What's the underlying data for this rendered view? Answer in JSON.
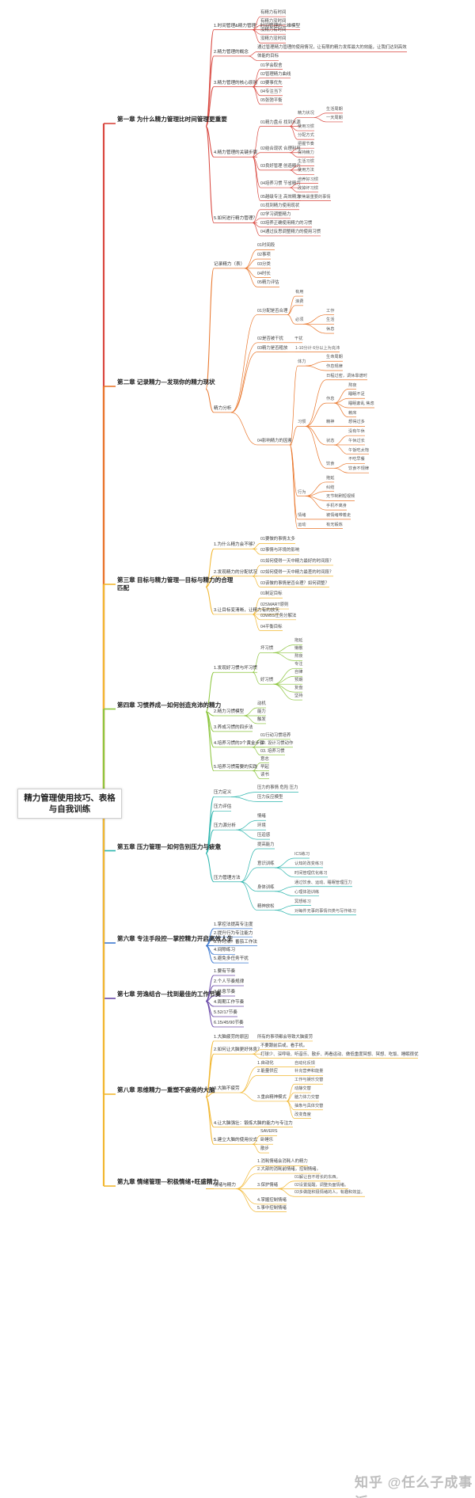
{
  "title": "精力管理使用技巧、表格与自我训练",
  "watermark": "知乎 @任么子成事派",
  "chapters": [
    {
      "label": "第一章 为什么精力管理比时间管理更重要",
      "color": "#d9473f",
      "children": [
        {
          "label": "1.时间管理&精力管理：时间管理的二维模型",
          "children": [
            {
              "label": "有精力有时间"
            },
            {
              "label": "有精力没时间"
            },
            {
              "label": "没精力有时间"
            },
            {
              "label": "没精力没时间"
            }
          ]
        },
        {
          "label": "2.精力管理的概念",
          "children": [
            {
              "label": "通过管理精力管理的使用情况，让有限的精力发挥最大的效能，让我们达到高效"
            },
            {
              "label": "体能的目标"
            }
          ]
        },
        {
          "label": "3.精力管理的核心原则",
          "children": [
            {
              "label": "01学会取舍"
            },
            {
              "label": "02管理精力曲线"
            },
            {
              "label": "03要事优先"
            },
            {
              "label": "04专注当下"
            },
            {
              "label": "05张弛平衡"
            }
          ]
        },
        {
          "label": "4.精力管理的关键步骤",
          "children": [
            {
              "label": "01精力盘点 找到水源",
              "children": [
                {
                  "label": "精力状况",
                  "children": [
                    {
                      "label": "生活周期"
                    },
                    {
                      "label": "一天周期"
                    }
                  ]
                },
                {
                  "label": "使用习惯"
                },
                {
                  "label": "分配方式"
                }
              ]
            },
            {
              "label": "02结合现状 合理利用",
              "children": [
                {
                  "label": "把握节奏"
                },
                {
                  "label": "保持精力"
                }
              ]
            },
            {
              "label": "03良好管理 创造精力",
              "children": [
                {
                  "label": "生活习惯"
                },
                {
                  "label": "使用方法"
                }
              ]
            },
            {
              "label": "04培养习惯 节省精力",
              "children": [
                {
                  "label": "培养好习惯"
                },
                {
                  "label": "改掉坏习惯"
                }
              ]
            },
            {
              "label": "05越级专注 高效精力",
              "children": [
                {
                  "label": "聚焦最重要的事情"
                }
              ]
            }
          ]
        },
        {
          "label": "5.如何进行精力管理？",
          "children": [
            {
              "label": "01找到精力使用现状"
            },
            {
              "label": "02学习调整精力"
            },
            {
              "label": "03培养正确使用精力的习惯"
            },
            {
              "label": "04通过反思调整精力的使用习惯"
            }
          ]
        }
      ]
    },
    {
      "label": "第二章 记录精力—发现你的精力现状",
      "color": "#e9762b",
      "children": [
        {
          "label": "记录精力（表）",
          "children": [
            {
              "label": "01时间段"
            },
            {
              "label": "02事项"
            },
            {
              "label": "03分类"
            },
            {
              "label": "04时长"
            },
            {
              "label": "05精力评估"
            }
          ]
        },
        {
          "label": "精力分析",
          "children": [
            {
              "label": "01分配是否合理",
              "children": [
                {
                  "label": "有用"
                },
                {
                  "label": "浪费"
                },
                {
                  "label": "必须",
                  "children": [
                    {
                      "label": "工作"
                    },
                    {
                      "label": "生活"
                    },
                    {
                      "label": "休息"
                    }
                  ]
                }
              ]
            },
            {
              "label": "02是否被干扰",
              "children": [
                {
                  "label": "干扰"
                }
              ]
            },
            {
              "label": "03精力是否粗放",
              "children": [
                {
                  "label": "1-10分计 6分以上为充沛"
                }
              ]
            },
            {
              "label": "04影响精力的因素",
              "children": [
                {
                  "label": "体力",
                  "children": [
                    {
                      "label": "生命周期"
                    },
                    {
                      "label": "作息规律"
                    }
                  ]
                },
                {
                  "label": "习惯",
                  "children": [
                    {
                      "label": "日程过密，调休靠谱时"
                    },
                    {
                      "label": "作息",
                      "children": [
                        {
                          "label": "熬夜"
                        },
                        {
                          "label": "睡眠不足"
                        },
                        {
                          "label": "睡眠紊乱 焦虑"
                        },
                        {
                          "label": "赖床"
                        }
                      ]
                    },
                    {
                      "label": "精神",
                      "children": [
                        {
                          "label": "想得过多"
                        }
                      ]
                    },
                    {
                      "label": "状态",
                      "children": [
                        {
                          "label": "没有午休"
                        },
                        {
                          "label": "午休过长"
                        },
                        {
                          "label": "午饭吃太饱"
                        }
                      ]
                    },
                    {
                      "label": "饮食",
                      "children": [
                        {
                          "label": "不吃早餐"
                        },
                        {
                          "label": "饮食不规律"
                        }
                      ]
                    }
                  ]
                },
                {
                  "label": "行为",
                  "children": [
                    {
                      "label": "拖延"
                    },
                    {
                      "label": "纠结"
                    },
                    {
                      "label": "无节制刷短视频"
                    },
                    {
                      "label": "手机不离身"
                    }
                  ]
                },
                {
                  "label": "情绪",
                  "children": [
                    {
                      "label": "被情绪带着走"
                    }
                  ]
                },
                {
                  "label": "运动",
                  "children": [
                    {
                      "label": "有无锻炼"
                    }
                  ]
                }
              ]
            }
          ]
        }
      ]
    },
    {
      "label": "第三章 目标与精力管理—目标与精力的合理匹配",
      "color": "#f2b731",
      "children": [
        {
          "label": "1.为什么精力会不够？",
          "children": [
            {
              "label": "01要做的事情太多"
            },
            {
              "label": "02事情与环境的影响"
            }
          ]
        },
        {
          "label": "2.发现精力的分配状况",
          "children": [
            {
              "label": "01如何使得一天中精力最好的时间段？"
            },
            {
              "label": "02如何使得一天中精力最差的时间段？"
            },
            {
              "label": "03该做的事情是否合理？如何调整？"
            }
          ]
        },
        {
          "label": "3.让目标变清晰，让精力有的放矢",
          "children": [
            {
              "label": "01制定目标"
            },
            {
              "label": "02SMART原则"
            },
            {
              "label": "03WBS任务分解法"
            },
            {
              "label": "04平衡目标"
            }
          ]
        }
      ]
    },
    {
      "label": "第四章 习惯养成—如何创造充沛的精力",
      "color": "#8dc63f",
      "children": [
        {
          "label": "1.发现好习惯与坏习惯",
          "children": [
            {
              "label": "坏习惯",
              "children": [
                {
                  "label": "拖延"
                },
                {
                  "label": "懒散"
                },
                {
                  "label": "熬夜"
                }
              ]
            },
            {
              "label": "好习惯",
              "children": [
                {
                  "label": "专注"
                },
                {
                  "label": "自律"
                },
                {
                  "label": "预期"
                },
                {
                  "label": "复盘"
                },
                {
                  "label": "坚持"
                }
              ]
            }
          ]
        },
        {
          "label": "2.精力习惯模型",
          "children": [
            {
              "label": "动机"
            },
            {
              "label": "能力"
            },
            {
              "label": "触发"
            }
          ]
        },
        {
          "label": "3.养成习惯的四步法",
          "children": []
        },
        {
          "label": "4.培养习惯的3个黄金步骤",
          "children": [
            {
              "label": "01行动习惯培养"
            },
            {
              "label": "02. 设计习惯动作"
            },
            {
              "label": "03. 培养习惯"
            }
          ]
        },
        {
          "label": "5.培养习惯需要的实践",
          "children": [
            {
              "label": "意志"
            },
            {
              "label": "早起"
            },
            {
              "label": "读书"
            }
          ]
        }
      ]
    },
    {
      "label": "第五章 压力管理—如何告别压力与疲惫",
      "color": "#2bb5ad",
      "children": [
        {
          "label": "压力定义",
          "children": [
            {
              "label": "压力的事情 危险 压力"
            },
            {
              "label": "压力反应模型"
            }
          ]
        },
        {
          "label": "压力评估",
          "children": []
        },
        {
          "label": "压力源分析",
          "children": [
            {
              "label": "情绪"
            },
            {
              "label": "环境"
            },
            {
              "label": "压迫感"
            }
          ]
        },
        {
          "label": "压力管理方法",
          "children": [
            {
              "label": "提高能力"
            },
            {
              "label": "意识训练",
              "children": [
                {
                  "label": "ICS练习"
                },
                {
                  "label": "认知的改变练习"
                },
                {
                  "label": "时间管理优化练习"
                }
              ]
            },
            {
              "label": "身体训练",
              "children": [
                {
                  "label": "通过饮食、运动、睡眠管理压力"
                },
                {
                  "label": "心理体验训练"
                }
              ]
            },
            {
              "label": "精神放松",
              "children": [
                {
                  "label": "冥想练习"
                },
                {
                  "label": "对每件无事的事情归类与写作练习"
                }
              ]
            }
          ]
        }
      ]
    },
    {
      "label": "第六章 专注手段控—掌控精力开启高效人生",
      "color": "#3e7ad1",
      "children": [
        {
          "label": "1.掌控法提高专注度",
          "children": []
        },
        {
          "label": "2.提升行为专注能力",
          "children": []
        },
        {
          "label": "3.计时法：番茄工作法",
          "children": []
        },
        {
          "label": "4.间隙练习",
          "children": []
        },
        {
          "label": "5.避免多任务干扰",
          "children": []
        }
      ]
    },
    {
      "label": "第七章 劳逸结合—找到最佳的工作节奏",
      "color": "#6b4aa8",
      "children": [
        {
          "label": "1.要有节奏",
          "children": []
        },
        {
          "label": "2.个人节奏规律",
          "children": []
        },
        {
          "label": "3.休息节奏",
          "children": []
        },
        {
          "label": "4.周期工作节奏",
          "children": []
        },
        {
          "label": "5.52/17节奏",
          "children": []
        },
        {
          "label": "6.15/45/90节奏",
          "children": []
        }
      ]
    },
    {
      "label": "第八章 思维精力—重塑不疲倦的大脑",
      "color": "#f2b731",
      "children": [
        {
          "label": "1.大脑疲劳的原因",
          "children": [
            {
              "label": "所有的事项都会导致大脑疲劳"
            }
          ]
        },
        {
          "label": "2.如何让大脑更好休息？",
          "children": [
            {
              "label": "不要跟前后或，看手机。"
            },
            {
              "label": "打球少、深呼吸、听音乐、散步、再看运动、做低重度冥想、冥想、吃饭、睡眠很优"
            }
          ]
        },
        {
          "label": "3.大脑不疲劳",
          "children": [
            {
              "label": "1.自动化",
              "children": [
                {
                  "label": "自动化反馈"
                }
              ]
            },
            {
              "label": "2.能量供应",
              "children": [
                {
                  "label": "补充营养和能量"
                }
              ]
            },
            {
              "label": "3.重启精神模式",
              "children": [
                {
                  "label": "工作与娱乐交替"
                },
                {
                  "label": "动静交替"
                },
                {
                  "label": "脑力体力交替"
                },
                {
                  "label": "抽象与具体交替"
                },
                {
                  "label": "改变角度"
                }
              ]
            }
          ]
        },
        {
          "label": "4.让大脑强壮：锻炼大脑的能力与专注力",
          "children": []
        },
        {
          "label": "5.建立大脑的使用仪式",
          "children": [
            {
              "label": "SAVERS"
            },
            {
              "label": "卧睡乐"
            },
            {
              "label": "散步"
            }
          ]
        }
      ]
    },
    {
      "label": "第九章 情绪管理—积极情绪+旺盛精力",
      "color": "#f2b731",
      "children": [
        {
          "label": "情绪与精力",
          "children": [
            {
              "label": "1.消耗情绪会消耗人的精力"
            },
            {
              "label": "2.大部的消耗前情绪，控制情绪。"
            },
            {
              "label": "3.保护情绪",
              "children": [
                {
                  "label": "01解让自不增长的东西。"
                },
                {
                  "label": "02设置提醒，调整负面情绪。"
                },
                {
                  "label": "03多做能积极情绪的人，有趣和效益。"
                }
              ]
            },
            {
              "label": "4.掌握控制情绪"
            },
            {
              "label": "5.事中控制情绪"
            }
          ]
        }
      ]
    }
  ]
}
